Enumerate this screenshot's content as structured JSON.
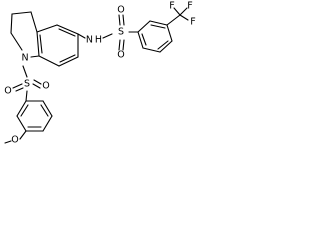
{
  "molecule": {
    "labels": {
      "nh": "N H",
      "s_right": "S",
      "o_right_top": "O",
      "o_right_bottom": "O",
      "f_top_left": "F",
      "f_top_right": "F",
      "f_right": "F",
      "n_ring": "N",
      "s_left": "S",
      "o_left_1": "O",
      "o_left_2": "O",
      "o_methoxy": "O"
    }
  }
}
